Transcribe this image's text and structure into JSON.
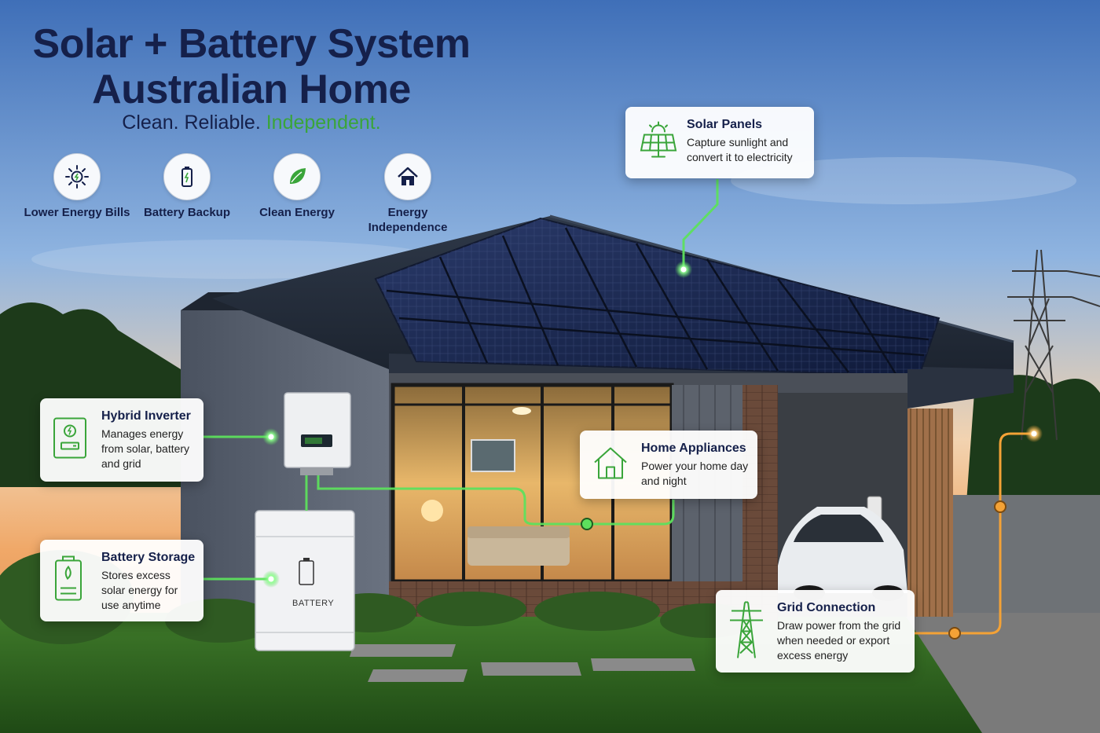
{
  "title": {
    "line1": "Solar + Battery System",
    "line2": "Australian Home"
  },
  "tagline": {
    "part1": "Clean. Reliable. ",
    "accent": "Independent."
  },
  "benefits": [
    {
      "label": "Lower Energy Bills",
      "icon": "sun-dollar-icon"
    },
    {
      "label": "Battery Backup",
      "icon": "battery-icon"
    },
    {
      "label": "Clean Energy",
      "icon": "leaf-icon"
    },
    {
      "label": "Energy Independence",
      "icon": "house-icon"
    }
  ],
  "callouts": {
    "solar": {
      "title": "Solar Panels",
      "desc": "Capture sunlight and convert it to electricity",
      "icon": "solar-panel-icon"
    },
    "inverter": {
      "title": "Hybrid Inverter",
      "desc": "Manages energy from solar, battery and grid",
      "icon": "inverter-icon"
    },
    "battery": {
      "title": "Battery Storage",
      "desc": "Stores excess solar energy for use anytime",
      "icon": "battery-storage-icon"
    },
    "appliances": {
      "title": "Home Appliances",
      "desc": "Power your home day and night",
      "icon": "home-icon"
    },
    "grid": {
      "title": "Grid Connection",
      "desc": "Draw power from the grid when needed or export excess energy",
      "icon": "transmission-tower-icon"
    }
  },
  "battery_unit_label": "BATTERY",
  "colors": {
    "navy": "#15204a",
    "green": "#3aa53a",
    "glow_green": "#5de05d",
    "grid_orange": "#f4a236"
  }
}
